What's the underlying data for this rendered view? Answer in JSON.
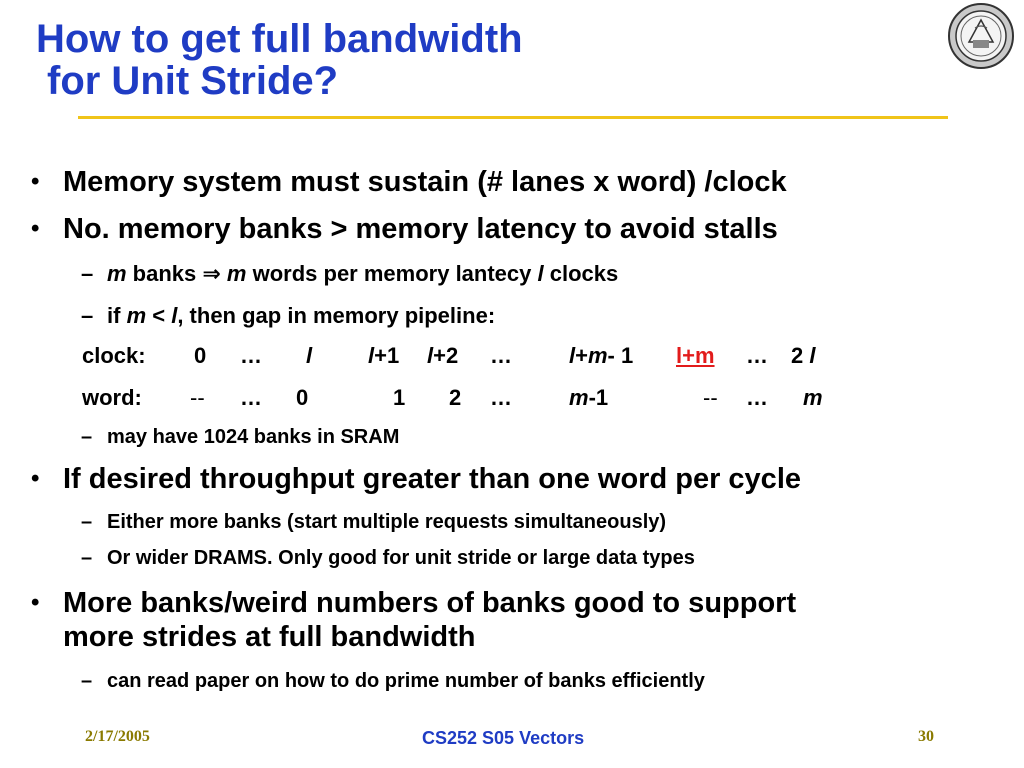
{
  "title": {
    "line1": "How to get full bandwidth",
    "line2": "for Unit Stride?"
  },
  "bullets": [
    "Memory system must sustain (# lanes x word) /clock",
    "No. memory banks > memory latency to avoid stalls"
  ],
  "sub_a": {
    "m1": "m",
    "t1": " banks ",
    "arrow": "⇒",
    "m2": " m",
    "t2": " words per memory lantecy ",
    "l": "l",
    "t3": " clocks"
  },
  "sub_b": {
    "t1": "if ",
    "m": "m",
    "t2": " <  ",
    "l": "l",
    "t3": ", then gap in memory pipeline:"
  },
  "clock_row": {
    "label": "clock:",
    "c0": "0",
    "c1": "…",
    "c2": "l",
    "c3a": "l",
    "c3b": "+1",
    "c4a": "l",
    "c4b": "+2",
    "c5": "…",
    "c6a": "l",
    "c6b": "+",
    "c6c": "m",
    "c6d": "- 1",
    "c7": "l+m",
    "c8": "…",
    "c9a": "2 ",
    "c9b": "l"
  },
  "word_row": {
    "label": "word:",
    "w0": "--",
    "w1": "…",
    "w2": "0",
    "w3": "1",
    "w4": "2",
    "w5": "…",
    "w6a": "m",
    "w6b": "-1",
    "w7": "--",
    "w8": "…",
    "w9": "m"
  },
  "sub_c": "may have 1024 banks in SRAM",
  "bullet3": "If desired throughput greater than one word per cycle",
  "sub_d": "Either more banks (start multiple requests simultaneously)",
  "sub_e": "Or wider DRAMS.  Only good for unit stride or large data types",
  "bullet4": {
    "line1": "More banks/weird numbers of banks good to support",
    "line2": "more strides at full bandwidth"
  },
  "sub_f": "can read paper on how to do prime number of banks efficiently",
  "markers": {
    "bullet": "•",
    "dash": "–"
  },
  "footer": {
    "date": "2/17/2005",
    "center": "CS252 S05 Vectors",
    "page": "30"
  },
  "colors": {
    "title": "#1f3cc4",
    "rule": "#f0c419",
    "highlight": "#e21b1b",
    "footer_side": "#8a7a00"
  }
}
